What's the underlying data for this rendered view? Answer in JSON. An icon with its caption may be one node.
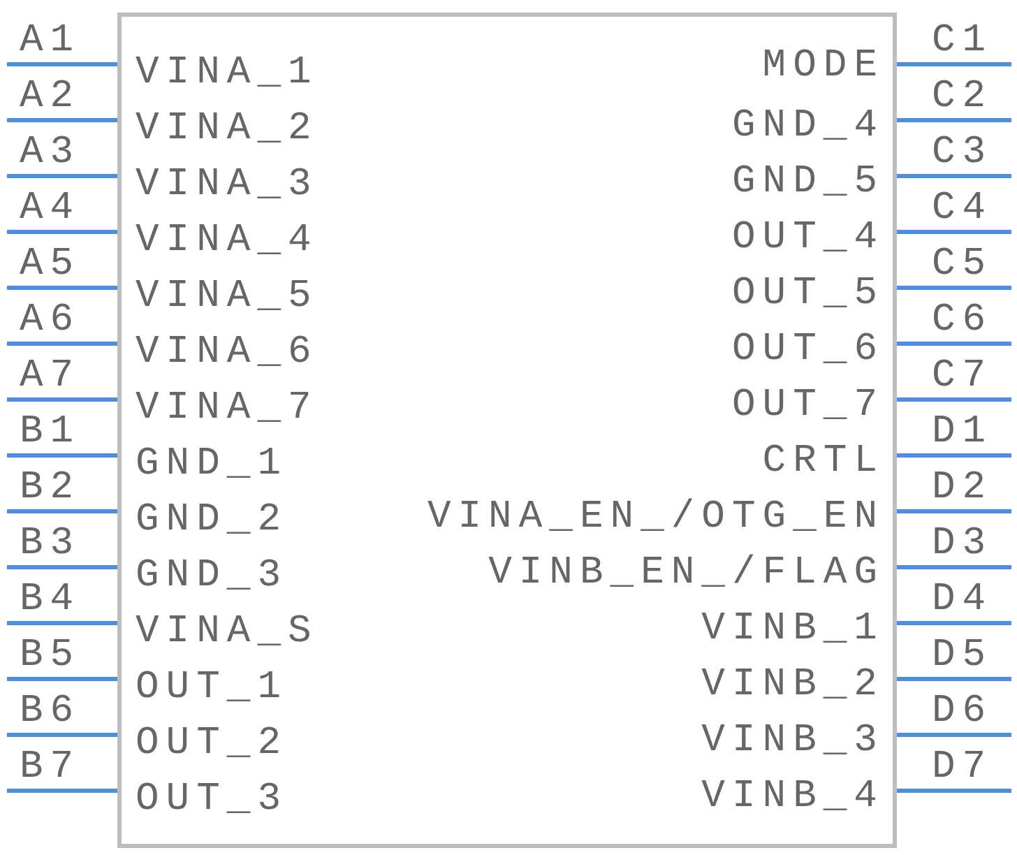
{
  "diagram": {
    "nodes": [
      {
        "text": [
          "VINA_1",
          "VINA_2",
          "VINA_3",
          "VINA_4",
          "VINA_5",
          "VINA_6",
          "VINA_7",
          "GND_1",
          "GND_2",
          "GND_3",
          "VINA_S",
          "OUT_1",
          "OUT_2",
          "OUT_3",
          "MODE",
          "GND_4",
          "GND_5",
          "OUT_4",
          "OUT_5",
          "OUT_6",
          "OUT_7",
          "CRTL",
          "VINA_EN_/OTG_EN",
          "VINB_EN_/FLAG",
          "VINB_1",
          "VINB_2",
          "VINB_3",
          "VINB_4"
        ]
      }
    ],
    "labels": [
      "A1",
      "A2",
      "A3",
      "A4",
      "A5",
      "A6",
      "A7",
      "B1",
      "B2",
      "B3",
      "B4",
      "B5",
      "B6",
      "B7",
      "C1",
      "C2",
      "C3",
      "C4",
      "C5",
      "C6",
      "C7",
      "D1",
      "D2",
      "D3",
      "D4",
      "D5",
      "D6",
      "D7"
    ]
  }
}
